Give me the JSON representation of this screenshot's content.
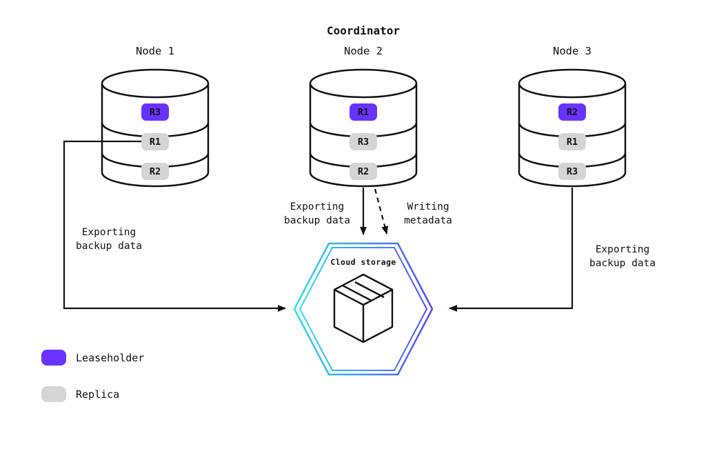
{
  "title": "Coordinator",
  "nodes": [
    {
      "name": "Node 1",
      "replicas": [
        {
          "label": "R3",
          "role": "leaseholder",
          "color": "#6933ff",
          "text_color": "#ffffff"
        },
        {
          "label": "R1",
          "role": "replica",
          "color": "#d5d5d5",
          "text_color": "#222222"
        },
        {
          "label": "R2",
          "role": "replica",
          "color": "#d5d5d5",
          "text_color": "#222222"
        }
      ]
    },
    {
      "name": "Node 2",
      "replicas": [
        {
          "label": "R1",
          "role": "leaseholder",
          "color": "#6933ff",
          "text_color": "#ffffff"
        },
        {
          "label": "R3",
          "role": "replica",
          "color": "#d5d5d5",
          "text_color": "#222222"
        },
        {
          "label": "R2",
          "role": "replica",
          "color": "#d5d5d5",
          "text_color": "#222222"
        }
      ]
    },
    {
      "name": "Node 3",
      "replicas": [
        {
          "label": "R2",
          "role": "leaseholder",
          "color": "#6933ff",
          "text_color": "#ffffff"
        },
        {
          "label": "R1",
          "role": "replica",
          "color": "#d5d5d5",
          "text_color": "#222222"
        },
        {
          "label": "R3",
          "role": "replica",
          "color": "#d5d5d5",
          "text_color": "#222222"
        }
      ]
    }
  ],
  "cloud": {
    "label": "Cloud storage"
  },
  "edges": {
    "node1_export": {
      "lines": [
        "Exporting",
        "backup data"
      ]
    },
    "node2_export": {
      "lines": [
        "Exporting",
        "backup data"
      ]
    },
    "node2_metadata": {
      "lines": [
        "Writing",
        "metadata"
      ]
    },
    "node3_export": {
      "lines": [
        "Exporting",
        "backup data"
      ]
    }
  },
  "legend": [
    {
      "label": "Leaseholder",
      "color": "#6933ff"
    },
    {
      "label": "Replica",
      "color": "#d5d5d5"
    }
  ],
  "colors": {
    "leaseholder": "#6933ff",
    "replica": "#d5d5d5",
    "stroke": "#111111",
    "hex_gradient_start": "#29e0e9",
    "hex_gradient_end": "#5247ff"
  }
}
